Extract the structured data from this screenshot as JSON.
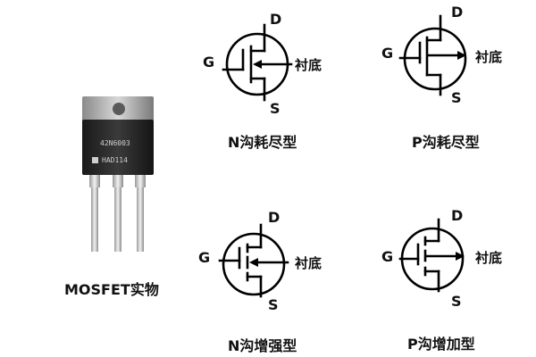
{
  "photo": {
    "part_number": "42N6003",
    "lot_code": "HAD114",
    "caption": "MOSFET实物"
  },
  "symbols": [
    {
      "gate": "G",
      "drain": "D",
      "source": "S",
      "substrate": "衬底",
      "title": "N沟耗尽型"
    },
    {
      "gate": "G",
      "drain": "D",
      "source": "S",
      "substrate": "衬底",
      "title": "P沟耗尽型"
    },
    {
      "gate": "G",
      "drain": "D",
      "source": "S",
      "substrate": "衬底",
      "title": "N沟增强型"
    },
    {
      "gate": "G",
      "drain": "D",
      "source": "S",
      "substrate": "衬底",
      "title": "P沟增加型"
    }
  ]
}
